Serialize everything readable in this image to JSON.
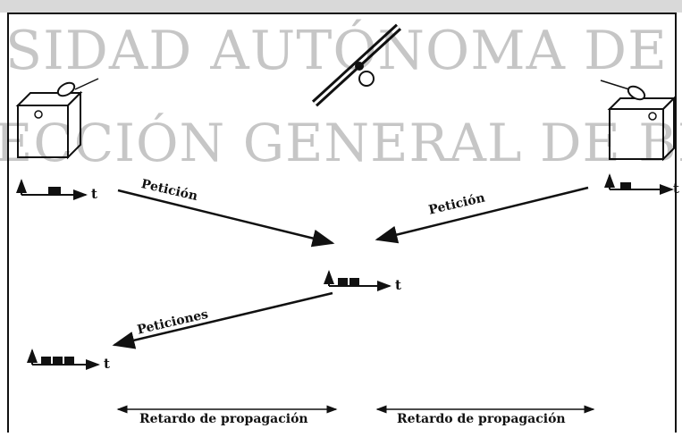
{
  "watermark": {
    "line1": "SIDAD AUTÓNOMA DE NUE",
    "line2": "ECCIÓN GENERAL DE BIBLIOT"
  },
  "arrows": {
    "left_request": "Petición",
    "right_request": "Petición",
    "return_requests": "Peticiones"
  },
  "timelines": {
    "left_station": "t",
    "right_station": "t",
    "satellite": "t",
    "ground_result": "t"
  },
  "delays": {
    "left": "Retardo de propagación",
    "right": "Retardo de propagación"
  },
  "colors": {
    "ink": "#111111",
    "topbar": "#d9d9d9"
  },
  "icons": [
    "satellite-icon",
    "ground-station-icon"
  ]
}
